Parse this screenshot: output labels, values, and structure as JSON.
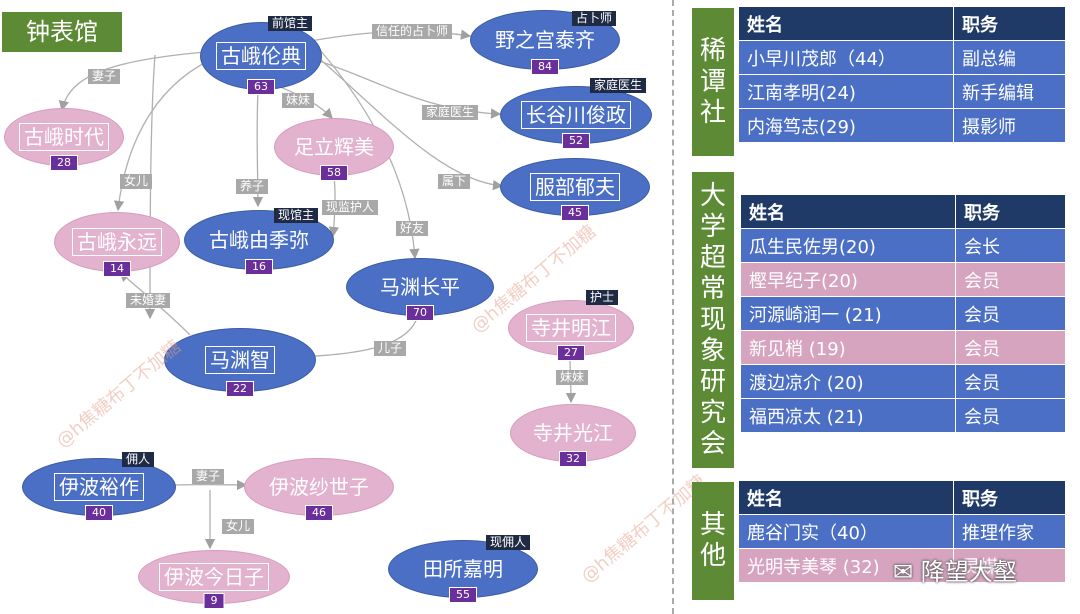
{
  "title": "钟表馆",
  "nodes": {
    "guzhilundian": {
      "name": "古峨伦典",
      "age": "63",
      "tag": "前馆主"
    },
    "yezhigong": {
      "name": "野之宫泰齐",
      "age": "84",
      "tag": "占卜师"
    },
    "guzhishidai": {
      "name": "古峨时代",
      "age": "28"
    },
    "zulihuimei": {
      "name": "足立辉美",
      "age": "58"
    },
    "changguchuan": {
      "name": "长谷川俊政",
      "age": "52",
      "tag": "家庭医生"
    },
    "fubuyufu": {
      "name": "服部郁夫",
      "age": "45"
    },
    "guzhiyongyuan": {
      "name": "古峨永远",
      "age": "14"
    },
    "guzhiyoujimi": {
      "name": "古峨由季弥",
      "age": "16",
      "tag": "现馆主"
    },
    "mayuanchangping": {
      "name": "马渊长平",
      "age": "70"
    },
    "siyingmingjiang": {
      "name": "寺井明江",
      "age": "27",
      "tag": "护士"
    },
    "mayuanzhi": {
      "name": "马渊智",
      "age": "22"
    },
    "siyingguangjiang": {
      "name": "寺井光江",
      "age": "32"
    },
    "yiboyuzuo": {
      "name": "伊波裕作",
      "age": "40",
      "tag": "佣人"
    },
    "yiboshashizi": {
      "name": "伊波纱世子",
      "age": "46"
    },
    "yibojinrizi": {
      "name": "伊波今日子",
      "age": "9"
    },
    "tiansuojiaming": {
      "name": "田所嘉明",
      "age": "55",
      "tag": "现佣人"
    }
  },
  "edges": {
    "trusted_diviner": "信任的占卜师",
    "wife": "妻子",
    "sister": "妹妹",
    "family_doctor": "家庭医生",
    "daughter": "女儿",
    "subordinate": "属下",
    "adopted": "养子",
    "guardian": "现监护人",
    "friend": "好友",
    "fiancee": "未婚妻",
    "son": "儿子",
    "sister2": "妹妹",
    "wife2": "妻子",
    "daughter2": "女儿"
  },
  "groups": {
    "xitan": {
      "label": "稀谭社",
      "headers": [
        "姓名",
        "职务"
      ],
      "rows": [
        {
          "name": "小早川茂郎（44）",
          "role": "副总编",
          "color": "blue"
        },
        {
          "name": "江南孝明(24)",
          "role": "新手编辑",
          "color": "blue"
        },
        {
          "name": "内海笃志(29)",
          "role": "摄影师",
          "color": "blue"
        }
      ]
    },
    "daxue": {
      "label": "大学超常现象研究会",
      "headers": [
        "姓名",
        "职务"
      ],
      "rows": [
        {
          "name": "瓜生民佐男(20)",
          "role": "会长",
          "color": "blue"
        },
        {
          "name": "樫早纪子(20)",
          "role": "会员",
          "color": "pink"
        },
        {
          "name": "河源崎润一 (21)",
          "role": "会员",
          "color": "blue"
        },
        {
          "name": "新见梢 (19)",
          "role": "会员",
          "color": "pink"
        },
        {
          "name": "渡边凉介 (20)",
          "role": "会员",
          "color": "blue"
        },
        {
          "name": "福西凉太 (21)",
          "role": "会员",
          "color": "blue"
        }
      ]
    },
    "qita": {
      "label": "其他",
      "headers": [
        "姓名",
        "职务"
      ],
      "rows": [
        {
          "name": "鹿谷门实（40）",
          "role": "推理作家",
          "color": "blue"
        },
        {
          "name": "光明寺美琴 (32)",
          "role": "灵媒",
          "color": "pink"
        }
      ]
    }
  },
  "watermark": "@h焦糖布丁不加糖",
  "wechat": "降望大壑",
  "colors": {
    "male": "#4a6fc4",
    "female": "#e3b2cf",
    "group": "#5d8a35",
    "header": "#1f3a66",
    "age": "#6a2f9a"
  }
}
